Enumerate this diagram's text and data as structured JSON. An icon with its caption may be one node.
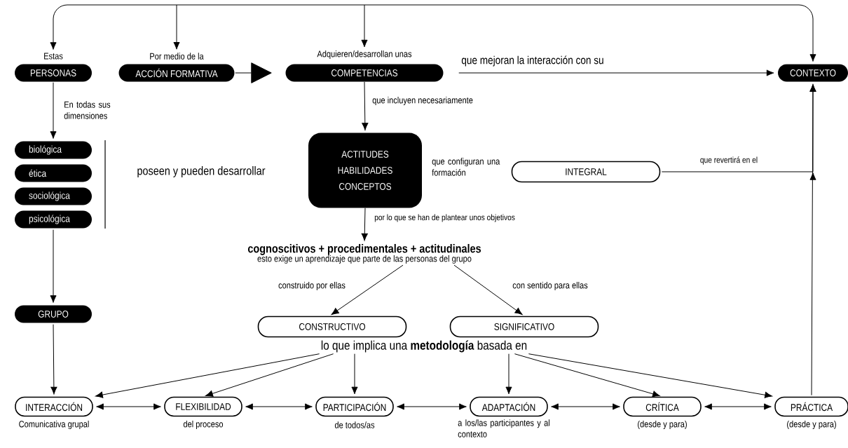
{
  "diagram": {
    "nodes": [
      {
        "text": [
          "PERSONAS"
        ],
        "beside": [
          "Estas"
        ]
      },
      {
        "text": [
          "ACCIÓN FORMATIVA"
        ],
        "beside": [
          "Por medio de la"
        ]
      },
      {
        "text": [
          "COMPETENCIAS"
        ],
        "beside": [
          "Adquieren/desarrollan unas"
        ]
      },
      {
        "text": [
          "CONTEXTO"
        ]
      },
      {
        "text": [
          "biológica"
        ]
      },
      {
        "text": [
          "ética"
        ]
      },
      {
        "text": [
          "sociológica"
        ]
      },
      {
        "text": [
          "psicológica"
        ]
      },
      {
        "text": [
          "ACTITUDES",
          "HABILIDADES",
          "CONCEPTOS"
        ]
      },
      {
        "text": [
          "INTEGRAL"
        ]
      },
      {
        "text": [
          "cognoscitivos + procedimentales + actitudinales",
          "esto exige un aprendizaje que parte de las personas del grupo"
        ]
      },
      {
        "text": [
          "GRUPO"
        ]
      },
      {
        "text": [
          "CONSTRUCTIVO"
        ]
      },
      {
        "text": [
          "SIGNIFICATIVO"
        ]
      },
      {
        "text": [
          "lo que implica una **metodología** basada en"
        ]
      },
      {
        "text": [
          "INTERACCIÓN"
        ],
        "beside": [
          "Comunicativa grupal"
        ]
      },
      {
        "text": [
          "FLEXIBILIDAD"
        ],
        "beside": [
          "del proceso"
        ]
      },
      {
        "text": [
          "PARTICIPACIÓN"
        ],
        "beside": [
          "de todos/as"
        ]
      },
      {
        "text": [
          "ADAPTACIÓN"
        ],
        "beside": [
          "a los/las participantes y al contexto"
        ]
      },
      {
        "text": [
          "CRÍTICA"
        ],
        "beside": [
          "(desde y para)"
        ]
      },
      {
        "text": [
          "PRÁCTICA"
        ],
        "beside": [
          "(desde y para)"
        ]
      }
    ],
    "edges": [
      {
        "from": null,
        "to": 0,
        "arrow": "to"
      },
      {
        "from": null,
        "to": 1,
        "arrow": "to"
      },
      {
        "from": null,
        "to": 2,
        "arrow": "to"
      },
      {
        "from": null,
        "to": 3,
        "arrow": "to"
      },
      {
        "from": 1,
        "to": 2,
        "arrow": "to"
      },
      {
        "from": 2,
        "to": 3,
        "arrow": "to",
        "label": "que mejoran la interacción con su"
      },
      {
        "from": 0,
        "to": 4,
        "arrow": "to",
        "label": "En todas sus dimensiones"
      },
      {
        "from": 2,
        "to": 8,
        "arrow": "to",
        "label": "que incluyen necesariamente"
      },
      {
        "from": 9,
        "to": 3,
        "arrow": "to",
        "label": "que revertirá en el"
      },
      {
        "from": 20,
        "to": 3,
        "arrow": "to"
      },
      {
        "from": 8,
        "to": 10,
        "arrow": "to",
        "label": "por lo que se han de plantear unos objetivos"
      },
      {
        "from": 10,
        "to": 12,
        "arrow": "to",
        "label": "construido por ellas"
      },
      {
        "from": 10,
        "to": 13,
        "arrow": "to",
        "label": "con sentido para ellas"
      },
      {
        "from": 7,
        "to": 11,
        "arrow": "to"
      },
      {
        "from": 11,
        "to": 15,
        "arrow": "to"
      },
      {
        "from": 14,
        "to": 15,
        "arrow": "to"
      },
      {
        "from": 14,
        "to": 16,
        "arrow": "to"
      },
      {
        "from": 14,
        "to": 17,
        "arrow": "to"
      },
      {
        "from": 14,
        "to": 18,
        "arrow": "to"
      },
      {
        "from": 14,
        "to": 19,
        "arrow": "to"
      },
      {
        "from": 14,
        "to": 20,
        "arrow": "to"
      },
      {
        "from": 15,
        "to": 16,
        "arrow": "both"
      },
      {
        "from": 16,
        "to": 17,
        "arrow": "both"
      },
      {
        "from": 17,
        "to": 18,
        "arrow": "both"
      },
      {
        "from": 18,
        "to": 19,
        "arrow": "both"
      },
      {
        "from": 19,
        "to": 20,
        "arrow": "both"
      }
    ],
    "labels": [
      "poseen y pueden desarrollar",
      "que configuran una formación"
    ]
  }
}
